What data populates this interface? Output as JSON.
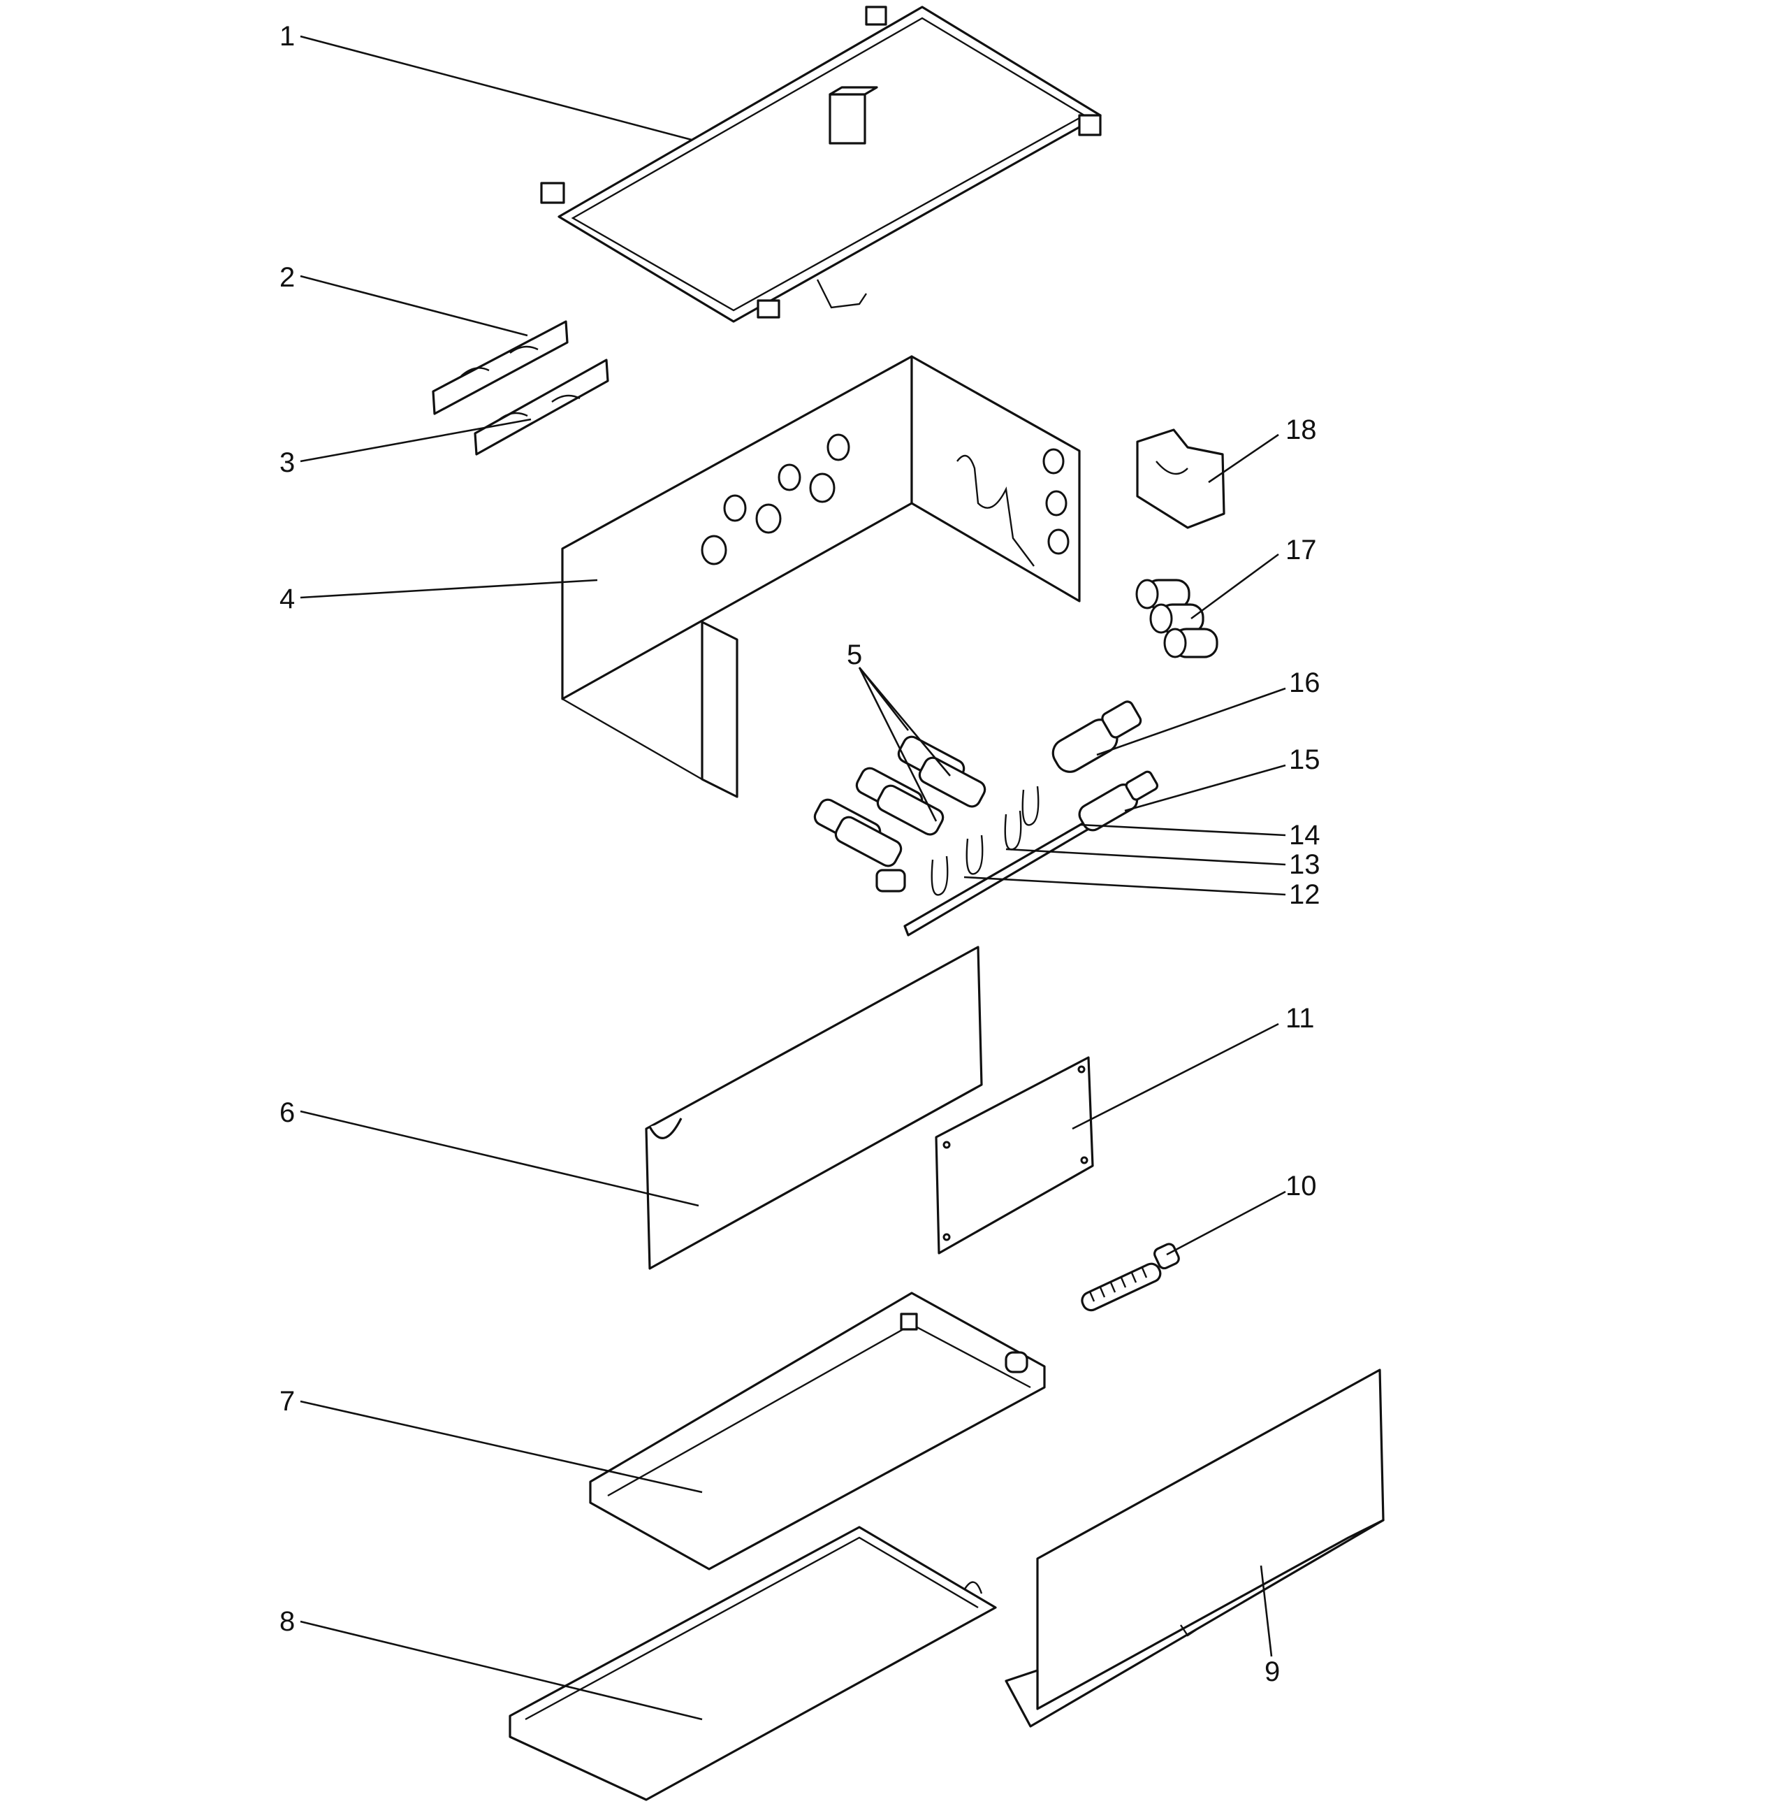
{
  "colors": {
    "line": "#111111",
    "background": "#ffffff"
  },
  "callouts": [
    {
      "id": "1",
      "text": "1"
    },
    {
      "id": "2",
      "text": "2"
    },
    {
      "id": "3",
      "text": "3"
    },
    {
      "id": "4",
      "text": "4"
    },
    {
      "id": "5",
      "text": "5"
    },
    {
      "id": "6",
      "text": "6"
    },
    {
      "id": "7",
      "text": "7"
    },
    {
      "id": "8",
      "text": "8"
    },
    {
      "id": "9",
      "text": "9"
    },
    {
      "id": "10",
      "text": "10"
    },
    {
      "id": "11",
      "text": "11"
    },
    {
      "id": "12",
      "text": "12"
    },
    {
      "id": "13",
      "text": "13"
    },
    {
      "id": "14",
      "text": "14"
    },
    {
      "id": "15",
      "text": "15"
    },
    {
      "id": "16",
      "text": "16"
    },
    {
      "id": "17",
      "text": "17"
    },
    {
      "id": "18",
      "text": "18"
    }
  ]
}
